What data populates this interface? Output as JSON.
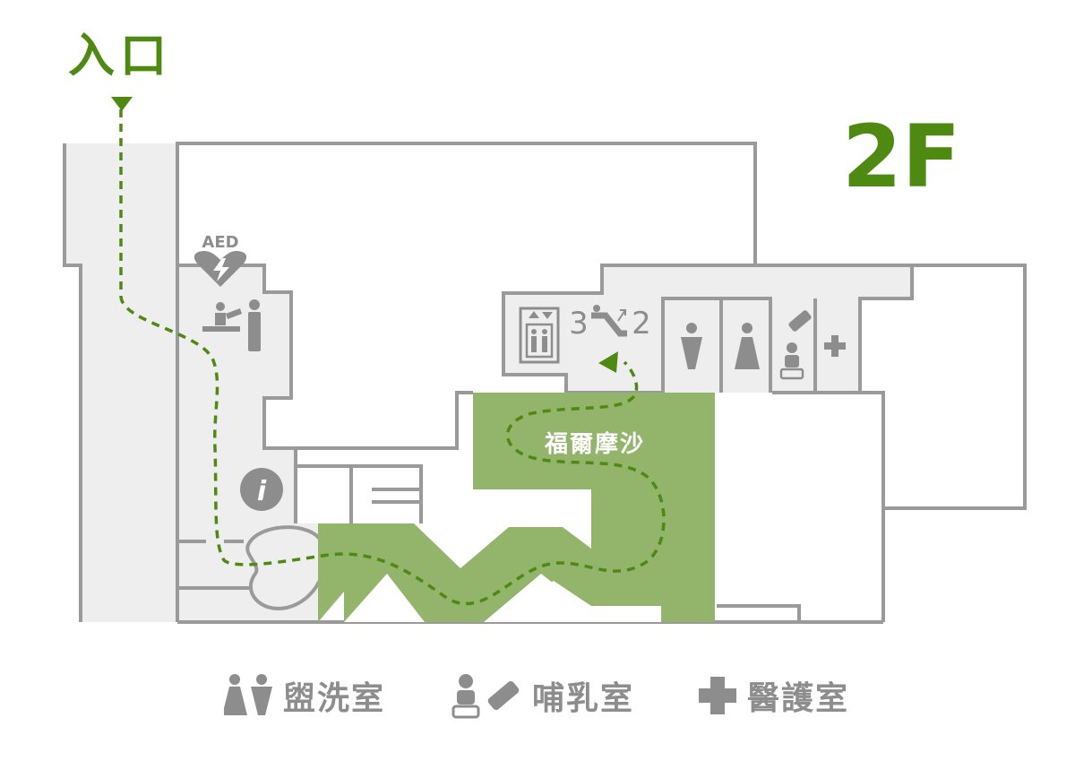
{
  "entrance_label": "入口",
  "floor_label": "2F",
  "store_label": "福爾摩沙",
  "aed_label": "AED",
  "escalator": {
    "up_floor": "3",
    "down_floor": "2"
  },
  "info_icon_text": "i",
  "legend": [
    {
      "icon": "restroom-icon",
      "label": "盥洗室"
    },
    {
      "icon": "nursing-room-icon",
      "label": "哺乳室"
    },
    {
      "icon": "medical-cross-icon",
      "label": "醫護室"
    }
  ],
  "colors": {
    "accent": "#4e8a12",
    "highlight_area": "#93b46b",
    "corridor": "#eeeeee",
    "wall": "#9a9a9a",
    "icon": "#8d8d8d"
  }
}
